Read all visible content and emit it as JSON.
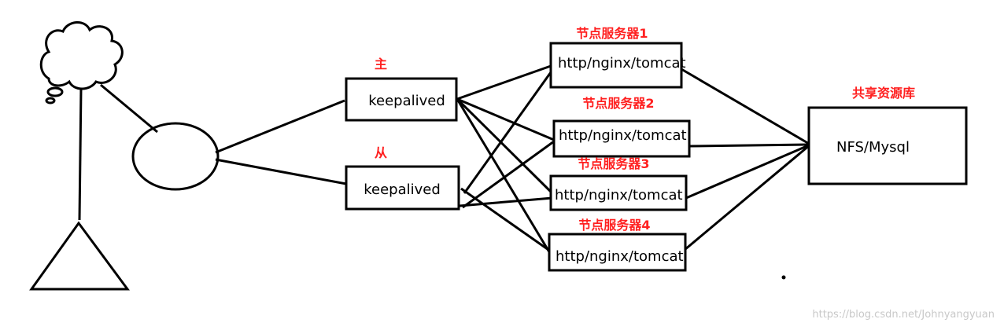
{
  "colors": {
    "stroke": "#000000",
    "label_red": "#ff2020",
    "watermark": "#c8c8c8",
    "background": "#ffffff"
  },
  "icons": {
    "user": "stick-figure-icon",
    "thought": "thought-cloud-icon",
    "vip": "ellipse-vip-icon"
  },
  "lb": {
    "master_tag": "主",
    "backup_tag": "从",
    "master_label": "keepalived",
    "backup_label": "keepalived"
  },
  "nodes": [
    {
      "tag": "节点服务器1",
      "label": "http/nginx/tomcat"
    },
    {
      "tag": "节点服务器2",
      "label": "http/nginx/tomcat"
    },
    {
      "tag": "节点服务器3",
      "label": "http/nginx/tomcat"
    },
    {
      "tag": "节点服务器4",
      "label": "http/nginx/tomcat"
    }
  ],
  "storage": {
    "tag": "共享资源库",
    "label": "NFS/Mysql"
  },
  "watermark": "https://blog.csdn.net/Johnyangyuan"
}
